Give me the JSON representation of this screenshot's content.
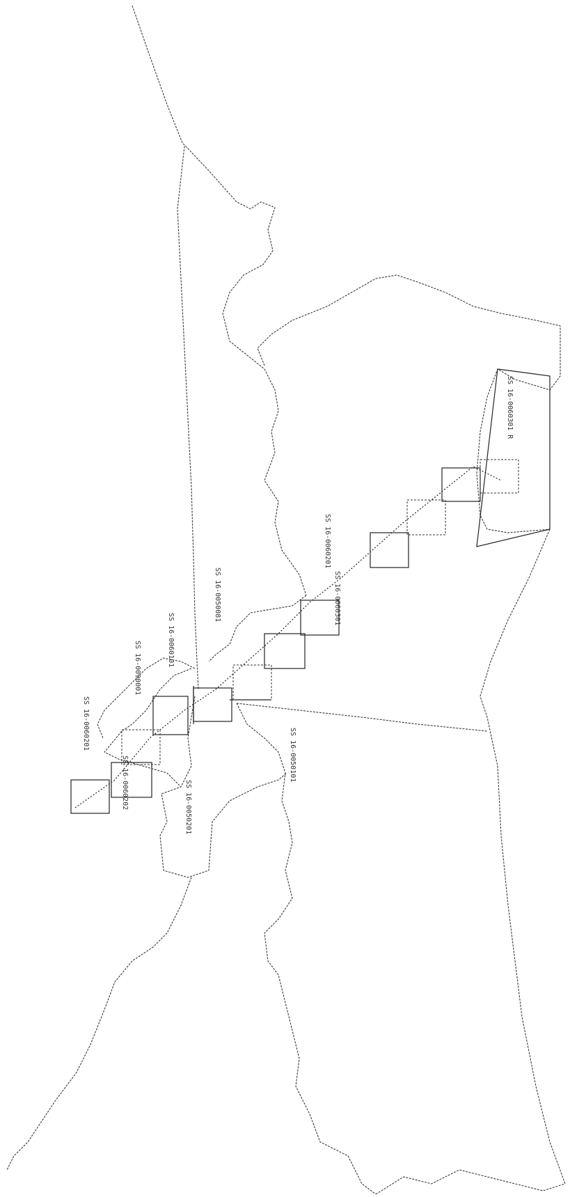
{
  "map": {
    "labels": {
      "ne": "SS 16-0090001",
      "n1": "SS 16-0060101",
      "n2": "SS 16-0060201",
      "n3": "SS 16-0050081",
      "mid": "SS 16-0060201",
      "mid2": "SS 16-0060301",
      "s1": "SS 16-0050101",
      "w1": "SS 16-0050201",
      "w1b": "SS 16-0060202",
      "far": "SS 16-0060301 R"
    }
  }
}
